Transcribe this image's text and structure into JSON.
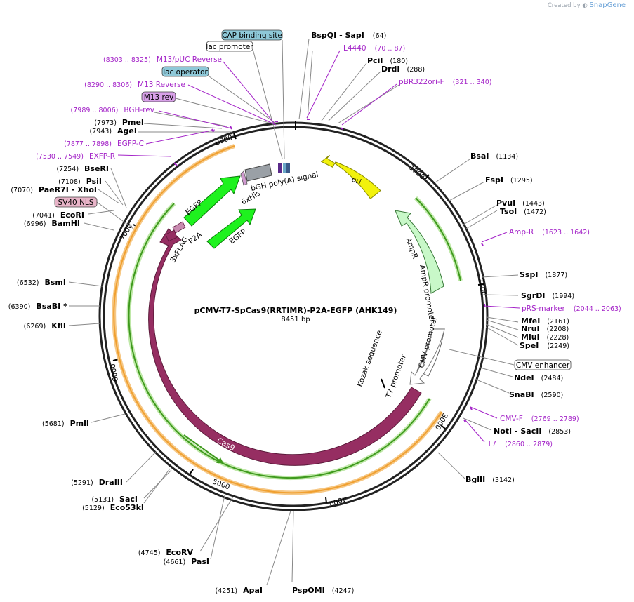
{
  "credit": {
    "prefix": "Created by",
    "brand": "SnapGene"
  },
  "plasmid": {
    "name": "pCMV-T7-SpCas9(RRTIMR)-P2A-EGFP (AHK149)",
    "size": "8451 bp"
  },
  "ruler_ticks": [
    "1000",
    "2000",
    "3000",
    "4000",
    "5000",
    "6000",
    "7000",
    "8000"
  ],
  "sites_right": [
    {
      "name": "BspQI",
      "name2": "SapI",
      "pos": "(64)"
    },
    {
      "name": "PciI",
      "pos": "(180)"
    },
    {
      "name": "DrdI",
      "pos": "(288)"
    },
    {
      "name": "BsaI",
      "pos": "(1134)"
    },
    {
      "name": "FspI",
      "pos": "(1295)"
    },
    {
      "name": "PvuI",
      "pos": "(1443)"
    },
    {
      "name": "TsoI",
      "pos": "(1472)"
    },
    {
      "name": "SspI",
      "pos": "(1877)"
    },
    {
      "name": "SgrDI",
      "pos": "(1994)"
    },
    {
      "name": "MfeI",
      "pos": "(2161)"
    },
    {
      "name": "NruI",
      "pos": "(2208)"
    },
    {
      "name": "MluI",
      "pos": "(2228)"
    },
    {
      "name": "SpeI",
      "pos": "(2249)"
    },
    {
      "name": "NdeI",
      "pos": "(2484)"
    },
    {
      "name": "SnaBI",
      "pos": "(2590)"
    },
    {
      "name": "NotI",
      "name2": "SacII",
      "pos": "(2853)"
    },
    {
      "name": "BglII",
      "pos": "(3142)"
    },
    {
      "name": "PspOMI",
      "pos": "(4247)"
    }
  ],
  "sites_left": [
    {
      "name": "PmeI",
      "pos": "(7973)"
    },
    {
      "name": "AgeI",
      "pos": "(7943)"
    },
    {
      "name": "BseRI",
      "pos": "(7254)"
    },
    {
      "name": "PsiI",
      "pos": "(7108)"
    },
    {
      "name": "PaeR7I",
      "name2": "XhoI",
      "pos": "(7070)"
    },
    {
      "name": "EcoRI",
      "pos": "(7041)"
    },
    {
      "name": "BamHI",
      "pos": "(6996)"
    },
    {
      "name": "BsmI",
      "pos": "(6532)"
    },
    {
      "name": "BsaBI",
      "star": "*",
      "pos": "(6390)"
    },
    {
      "name": "KflI",
      "pos": "(6269)"
    },
    {
      "name": "PmlI",
      "pos": "(5681)"
    },
    {
      "name": "DraIII",
      "pos": "(5291)"
    },
    {
      "name": "SacI",
      "pos": "(5131)"
    },
    {
      "name": "Eco53kI",
      "pos": "(5129)"
    },
    {
      "name": "EcoRV",
      "pos": "(4745)"
    },
    {
      "name": "PasI",
      "pos": "(4661)"
    },
    {
      "name": "ApaI",
      "pos": "(4251)"
    }
  ],
  "primers_right": [
    {
      "name": "L4440",
      "range": "(70 .. 87)"
    },
    {
      "name": "pBR322ori-F",
      "range": "(321 .. 340)"
    },
    {
      "name": "Amp-R",
      "range": "(1623 .. 1642)"
    },
    {
      "name": "pRS-marker",
      "range": "(2044 .. 2063)"
    },
    {
      "name": "CMV-F",
      "range": "(2769 .. 2789)"
    },
    {
      "name": "T7",
      "range": "(2860 .. 2879)"
    }
  ],
  "primers_left": [
    {
      "name": "M13/pUC Reverse",
      "range": "(8303 .. 8325)"
    },
    {
      "name": "M13 Reverse",
      "range": "(8290 .. 8306)"
    },
    {
      "name": "BGH-rev",
      "range": "(7989 .. 8006)"
    },
    {
      "name": "EGFP-C",
      "range": "(7877 .. 7898)"
    },
    {
      "name": "EXFP-R",
      "range": "(7530 .. 7549)"
    }
  ],
  "boxed_features": [
    {
      "name": "CAP binding site",
      "color": "#8ec8d8"
    },
    {
      "name": "lac promoter",
      "color": "#ffffff"
    },
    {
      "name": "lac operator",
      "color": "#8ec8d8"
    },
    {
      "name": "M13 rev",
      "color": "#d8a0e8"
    },
    {
      "name": "SV40 NLS",
      "color": "#e8b4c8"
    },
    {
      "name": "CMV enhancer",
      "color": "#ffffff"
    }
  ],
  "inner_labels": {
    "bgh": "bGH poly(A) signal",
    "his": "6xHis",
    "ori": "ori",
    "egfp1": "EGFP",
    "egfp2": "EGFP",
    "p2a": "P2A",
    "flag": "3xFLAG",
    "ampr": "AmpR",
    "ampr_promoter": "AmpR promoter",
    "cmv_promoter": "CMV promoter",
    "t7_promoter": "T7 promoter",
    "kozak": "Kozak sequence",
    "cas9": "Cas9"
  },
  "colors": {
    "cas9": "#962e62",
    "egfp": "#1ef21e",
    "ori": "#f2f20c",
    "ampr": "#c8f8c8",
    "bgh": "#9aa0a6",
    "primer": "#a424c8",
    "orf_orange": "#f0a030",
    "orf_green": "#5ab82e"
  }
}
